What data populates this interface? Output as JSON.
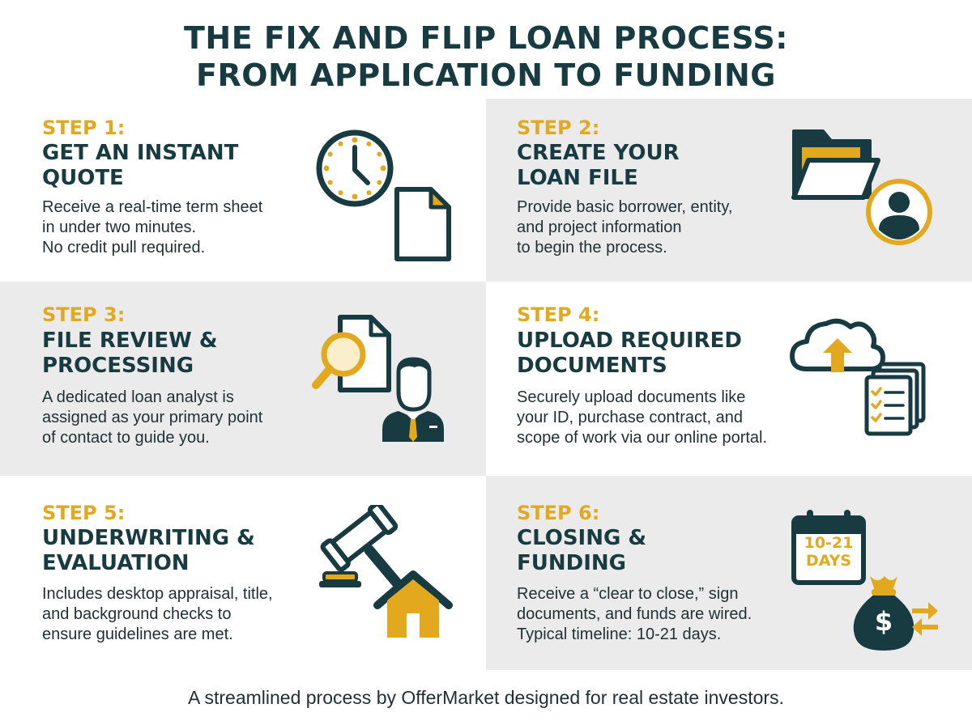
{
  "title": {
    "line1": "THE FIX AND FLIP LOAN PROCESS:",
    "line2": "FROM APPLICATION TO FUNDING"
  },
  "steps": [
    {
      "label": "STEP 1:",
      "heading": [
        "GET AN INSTANT",
        "QUOTE"
      ],
      "description": [
        "Receive a real-time term sheet",
        "in under two minutes.",
        "No credit pull required."
      ],
      "icon": "clock-document-icon"
    },
    {
      "label": "STEP 2:",
      "heading": [
        "CREATE YOUR",
        "LOAN FILE"
      ],
      "description": [
        "Provide basic borrower, entity,",
        "and project information",
        "to begin the process."
      ],
      "icon": "folder-user-icon"
    },
    {
      "label": "STEP 3:",
      "heading": [
        "FILE REVIEW &",
        "PROCESSING"
      ],
      "description": [
        "A dedicated loan analyst is",
        "assigned as your primary point",
        "of contact to guide you."
      ],
      "icon": "document-search-analyst-icon"
    },
    {
      "label": "STEP 4:",
      "heading": [
        "UPLOAD REQUIRED",
        "DOCUMENTS"
      ],
      "description": [
        "Securely upload documents like",
        "your ID, purchase contract, and",
        "scope of work via our online portal."
      ],
      "icon": "cloud-upload-checklist-icon"
    },
    {
      "label": "STEP 5:",
      "heading": [
        "UNDERWRITING &",
        "EVALUATION"
      ],
      "description": [
        "Includes desktop appraisal, title,",
        "and background checks to",
        "ensure guidelines are met."
      ],
      "icon": "gavel-house-icon"
    },
    {
      "label": "STEP 6:",
      "heading": [
        "CLOSING &",
        "FUNDING"
      ],
      "description": [
        "Receive a “clear to close,” sign",
        "documents, and funds are wired.",
        "Typical timeline: 10-21 days."
      ],
      "icon": "calendar-money-bag-icon",
      "calendar_text": [
        "10-21",
        "DAYS"
      ],
      "bag_symbol": "$"
    }
  ],
  "footer": "A streamlined process by OfferMarket designed for real estate investors.",
  "colors": {
    "navy": "#173b40",
    "gold": "#e2a91f",
    "gray_panel": "#ebebeb",
    "text": "#1f2f33"
  }
}
